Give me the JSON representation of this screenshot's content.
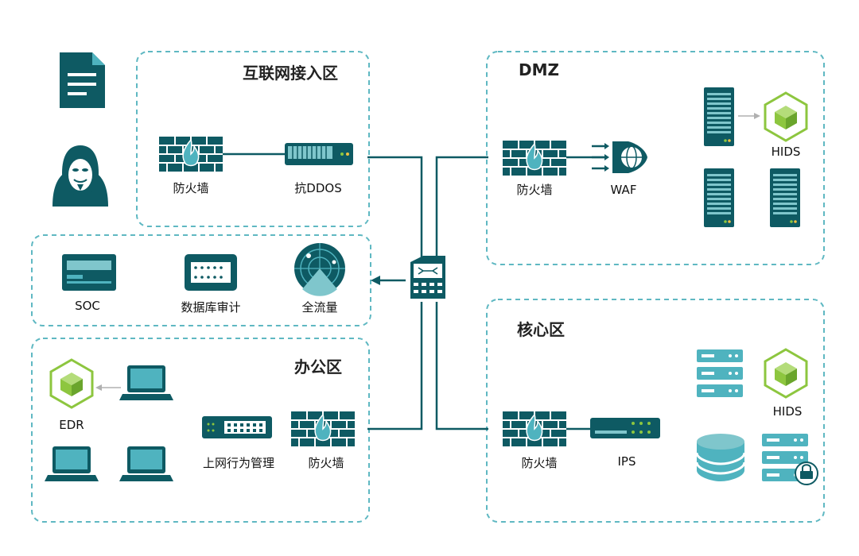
{
  "colors": {
    "primary": "#0e5a63",
    "accent": "#2bb3b8",
    "light": "#4fb3bf",
    "green": "#8dc63f",
    "zone_border": "#5fb8c2"
  },
  "zones": {
    "internet": {
      "title": "互联网接入区"
    },
    "dmz": {
      "title": "DMZ"
    },
    "core": {
      "title": "核心区"
    },
    "office": {
      "title": "办公区"
    }
  },
  "labels": {
    "internet_firewall": "防火墙",
    "anti_ddos": "抗DDOS",
    "soc": "SOC",
    "db_audit": "数据库审计",
    "full_traffic": "全流量",
    "edr": "EDR",
    "behavior_mgmt": "上网行为管理",
    "office_firewall": "防火墙",
    "dmz_firewall": "防火墙",
    "waf": "WAF",
    "dmz_hids": "HIDS",
    "core_firewall": "防火墙",
    "ips": "IPS",
    "core_hids": "HIDS"
  }
}
